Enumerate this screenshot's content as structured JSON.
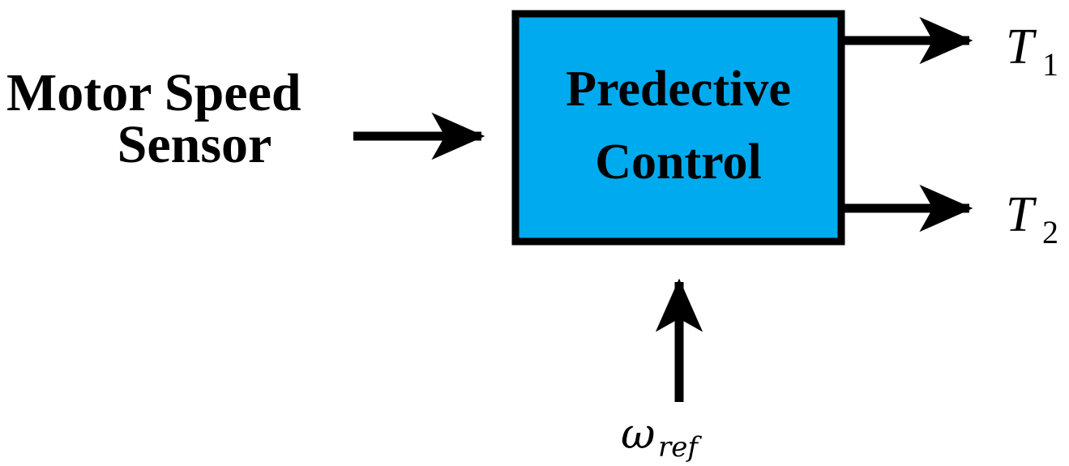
{
  "diagram": {
    "title": "Motor Speed Sensor to Predective Control block diagram",
    "background_color": "#ffffff",
    "stroke_color": "#000000",
    "block": {
      "name": "predective-control-block",
      "fill_color": "#00AAEE",
      "border_color": "#000000",
      "label_line1": "Predective",
      "label_line2": "Control"
    },
    "input_label": {
      "line1": "Motor Speed",
      "line2": "Sensor"
    },
    "reference_input": {
      "symbol": "ω",
      "subscript": "ref",
      "full": "ωref"
    },
    "outputs": [
      {
        "symbol": "T",
        "subscript": "1",
        "full": "T1"
      },
      {
        "symbol": "T",
        "subscript": "2",
        "full": "T2"
      }
    ],
    "arrows": [
      {
        "name": "sensor-to-block-arrow",
        "direction": "right"
      },
      {
        "name": "block-to-t1-arrow",
        "direction": "right"
      },
      {
        "name": "block-to-t2-arrow",
        "direction": "right"
      },
      {
        "name": "omega-ref-to-block-arrow",
        "direction": "up"
      }
    ]
  }
}
